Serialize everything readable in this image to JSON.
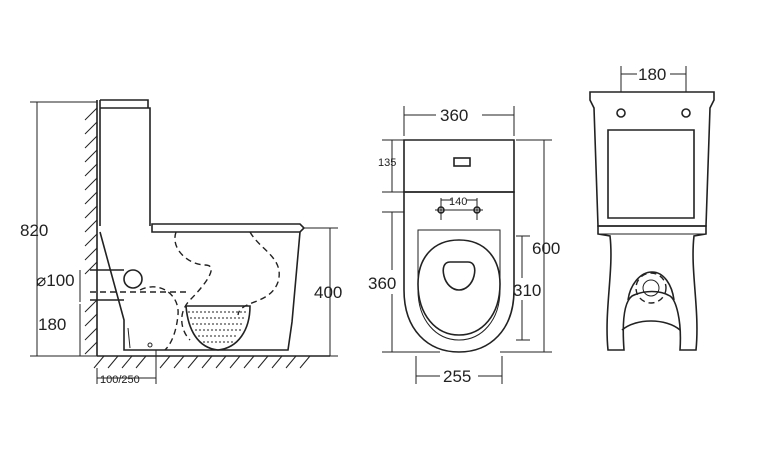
{
  "side_view": {
    "height_label": "820",
    "bowl_height_label": "400",
    "outlet_diameter_label": "⌀100",
    "outlet_height_label": "180",
    "rough_in_label": "100/250"
  },
  "top_view": {
    "width_label": "360",
    "tank_depth_label": "135",
    "hole_spacing_label": "140",
    "total_depth_label": "600",
    "bowl_length_label": "360",
    "seat_length_label": "310",
    "base_width_label": "255"
  },
  "back_view": {
    "hole_spacing_label": "180"
  }
}
